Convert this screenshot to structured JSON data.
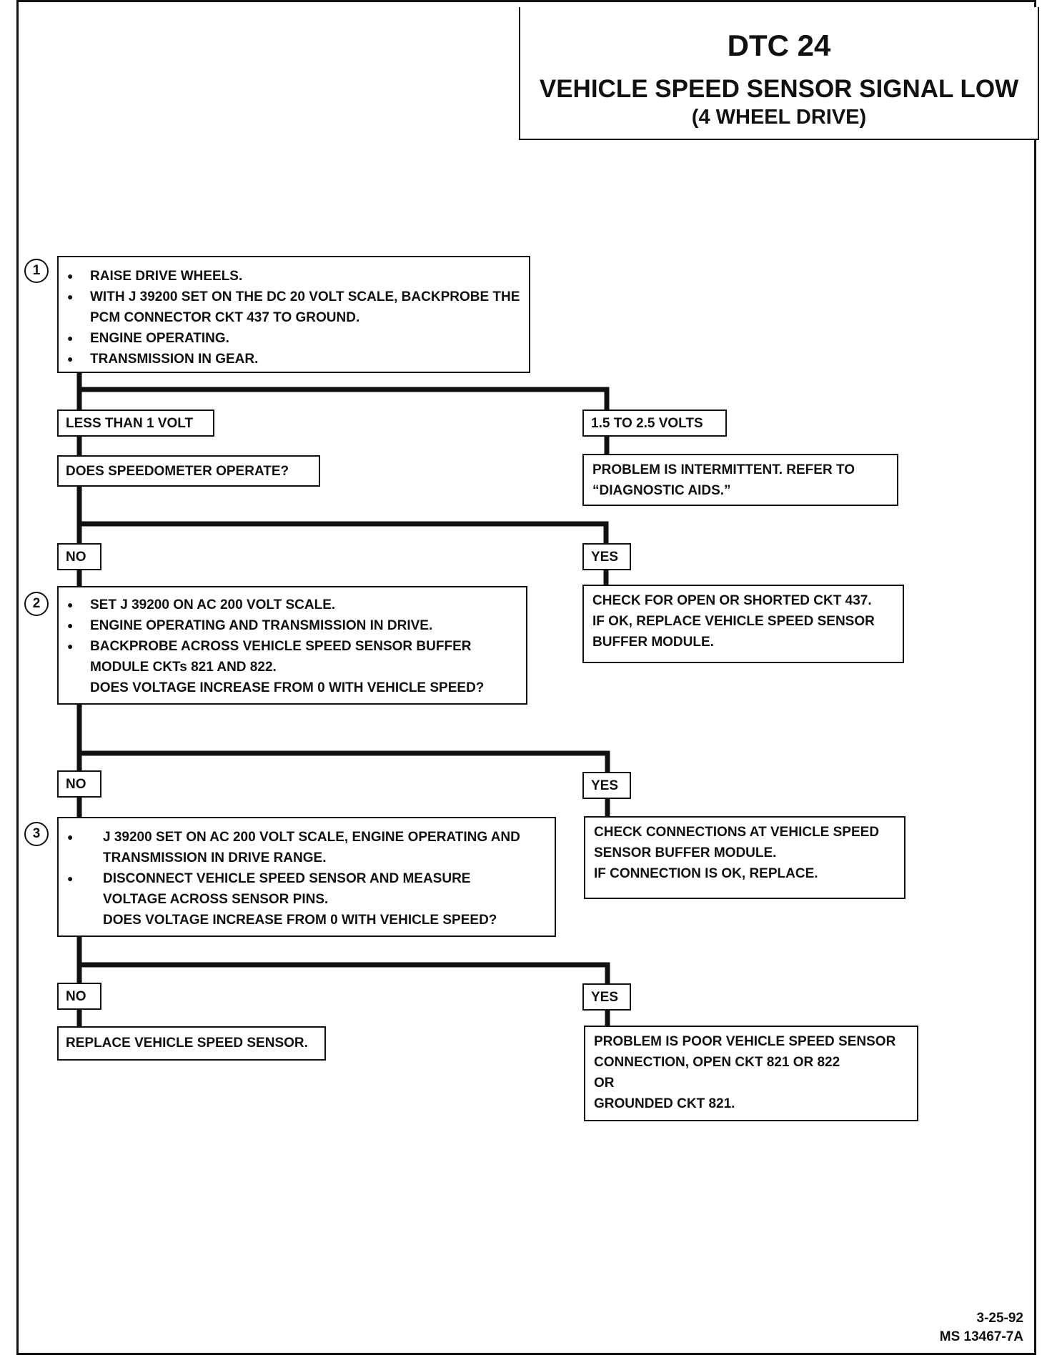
{
  "header": {
    "code": "DTC 24",
    "title": "VEHICLE SPEED SENSOR SIGNAL LOW",
    "subtitle": "(4 WHEEL DRIVE)"
  },
  "step1": {
    "number": "1",
    "items": [
      "RAISE DRIVE WHEELS.",
      "WITH J 39200 SET ON THE DC 20 VOLT SCALE, BACKPROBE THE PCM CONNECTOR CKT 437 TO GROUND.",
      "ENGINE OPERATING.",
      "TRANSMISSION IN GEAR."
    ]
  },
  "branch1": {
    "left_label": "LESS THAN 1 VOLT",
    "right_label": "1.5 TO 2.5 VOLTS",
    "question": "DOES SPEEDOMETER OPERATE?",
    "right_result": [
      "PROBLEM IS INTERMITTENT.  REFER TO",
      "“DIAGNOSTIC AIDS.”"
    ]
  },
  "branch2": {
    "no_label": "NO",
    "yes_label": "YES",
    "yes_result": [
      "CHECK FOR OPEN OR SHORTED CKT 437.",
      "IF OK, REPLACE VEHICLE SPEED SENSOR",
      "BUFFER MODULE."
    ]
  },
  "step2": {
    "number": "2",
    "items": [
      "SET J 39200 ON AC 200 VOLT SCALE.",
      "ENGINE OPERATING AND TRANSMISSION IN DRIVE.",
      "BACKPROBE ACROSS VEHICLE SPEED SENSOR BUFFER MODULE CKTs 821 AND 822."
    ],
    "question": "DOES VOLTAGE INCREASE FROM 0 WITH VEHICLE SPEED?"
  },
  "branch3": {
    "no_label": "NO",
    "yes_label": "YES",
    "yes_result": [
      "CHECK CONNECTIONS AT VEHICLE SPEED",
      "SENSOR BUFFER MODULE.",
      "IF CONNECTION IS OK, REPLACE."
    ]
  },
  "step3": {
    "number": "3",
    "items": [
      "J 39200 SET ON AC 200 VOLT SCALE, ENGINE OPERATING AND TRANSMISSION IN DRIVE RANGE.",
      "DISCONNECT VEHICLE SPEED SENSOR AND MEASURE VOLTAGE ACROSS SENSOR PINS."
    ],
    "question": "DOES VOLTAGE INCREASE FROM 0 WITH VEHICLE SPEED?"
  },
  "branch4": {
    "no_label": "NO",
    "yes_label": "YES",
    "no_result": "REPLACE VEHICLE SPEED SENSOR.",
    "yes_result": [
      "PROBLEM IS POOR VEHICLE SPEED SENSOR",
      "CONNECTION, OPEN CKT 821 OR 822",
      "OR",
      "GROUNDED CKT 821."
    ]
  },
  "footer": {
    "date": "3-25-92",
    "ref": "MS 13467-7A"
  }
}
